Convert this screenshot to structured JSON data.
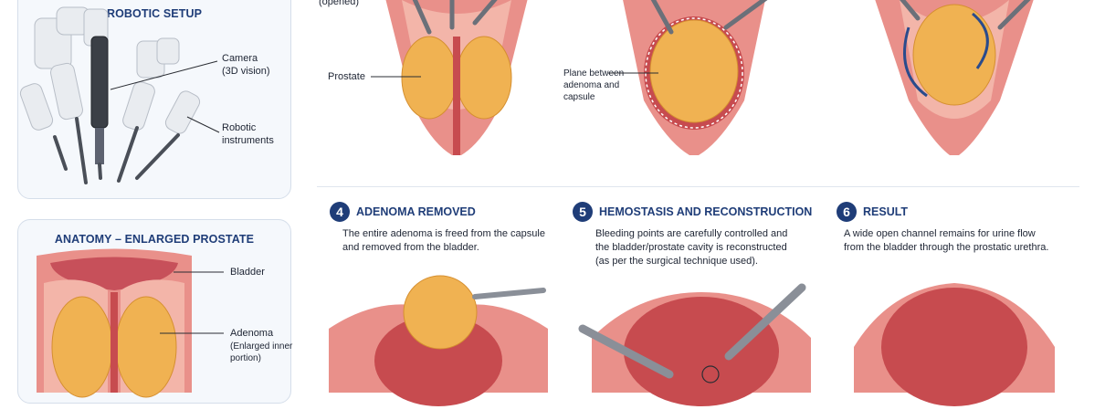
{
  "robotic_setup": {
    "title": "ROBOTIC SETUP",
    "camera_label": "Camera\n(3D vision)",
    "instruments_label": "Robotic\ninstruments"
  },
  "anatomy": {
    "title": "ANATOMY – ENLARGED PROSTATE",
    "bladder_label": "Bladder",
    "adenoma_label": "Adenoma",
    "adenoma_sub": "(Enlarged inner\nportion)"
  },
  "top_row": {
    "opened_label": "(opened)",
    "prostate_label": "Prostate",
    "plane_label": "Plane between\nadenoma and\ncapsule"
  },
  "steps": [
    {
      "number": "4",
      "title": "ADENOMA REMOVED",
      "desc": "The entire adenoma is freed from the capsule\nand removed from the bladder."
    },
    {
      "number": "5",
      "title": "HEMOSTASIS AND RECONSTRUCTION",
      "desc": "Bleeding points are carefully controlled and\nthe bladder/prostate cavity is reconstructed\n(as per the surgical technique used)."
    },
    {
      "number": "6",
      "title": "RESULT",
      "desc": "A wide open channel remains for urine flow\nfrom the bladder through the prostatic urethra."
    }
  ],
  "colors": {
    "accent": "#1f3d78",
    "tissue": "#e9908a",
    "adenoma": "#f0b252",
    "panel_bg": "#f5f8fc"
  }
}
